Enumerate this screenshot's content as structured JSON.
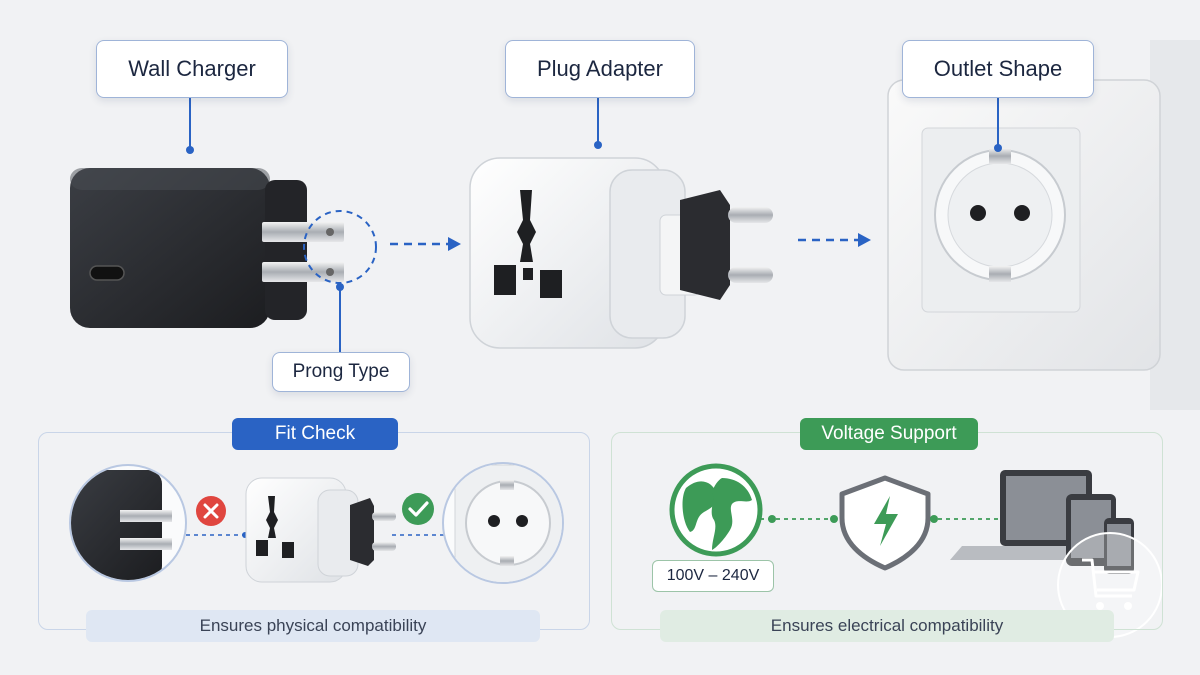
{
  "top": {
    "wall_charger": "Wall Charger",
    "plug_adapter": "Plug Adapter",
    "outlet_shape": "Outlet Shape",
    "prong_type": "Prong Type"
  },
  "fit_check": {
    "title": "Fit Check",
    "footer": "Ensures physical compatibility"
  },
  "voltage_support": {
    "title": "Voltage Support",
    "range": "100V – 240V",
    "footer": "Ensures electrical compatibility"
  },
  "colors": {
    "accent_blue": "#2a63c4",
    "accent_green": "#3d9b57",
    "error_red": "#e0463f",
    "charger_black": "#2a2c30"
  },
  "icons": [
    "arrow-right-icon",
    "x-mark-icon",
    "check-mark-icon",
    "globe-icon",
    "shield-lightning-icon",
    "laptop-icon",
    "tablet-icon",
    "phone-icon",
    "cart-icon"
  ]
}
